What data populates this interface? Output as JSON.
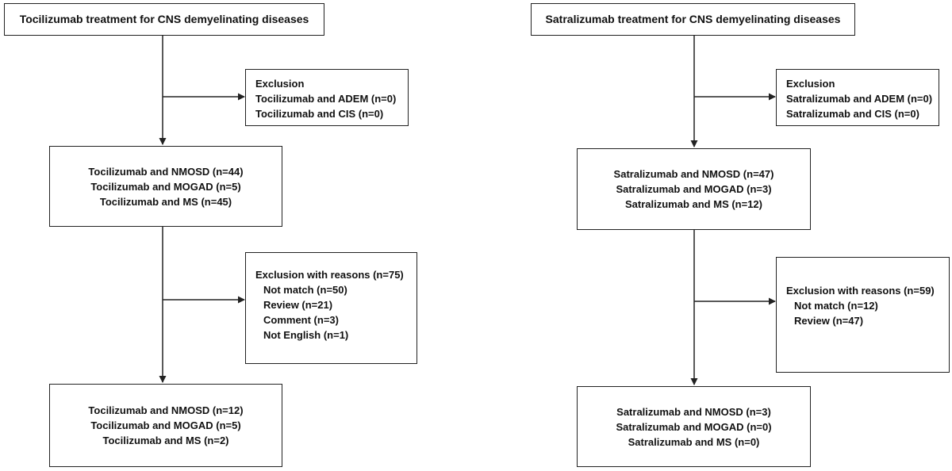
{
  "left": {
    "title": "Tocilizumab treatment for CNS demyelinating diseases",
    "exclusion1": {
      "heading": "Exclusion",
      "items": [
        "Tocilizumab  and ADEM (n=0)",
        "Tocilizumab  and CIS (n=0)"
      ]
    },
    "stage1": [
      "Tocilizumab and  NMOSD (n=44)",
      "Tocilizumab and  MOGAD (n=5)",
      "Tocilizumab and  MS (n=45)"
    ],
    "exclusion2": {
      "heading": "Exclusion with reasons (n=75)",
      "items": [
        "Not match (n=50)",
        "Review (n=21)",
        "Comment  (n=3)",
        "Not English (n=1)"
      ]
    },
    "stage2": [
      "Tocilizumab and  NMOSD (n=12)",
      "Tocilizumab and  MOGAD (n=5)",
      "Tocilizumab and  MS (n=2)"
    ]
  },
  "right": {
    "title": "Satralizumab treatment for CNS demyelinating diseases",
    "exclusion1": {
      "heading": "Exclusion",
      "items": [
        "Satralizumab  and ADEM (n=0)",
        "Satralizumab  and CIS (n=0)"
      ]
    },
    "stage1": [
      "Satralizumab and  NMOSD (n=47)",
      "Satralizumab and  MOGAD (n=3)",
      "Satralizumab and  MS (n=12)"
    ],
    "exclusion2": {
      "heading": "Exclusion with reasons (n=59)",
      "items": [
        "Not match (n=12)",
        "Review (n=47)"
      ]
    },
    "stage2": [
      "Satralizumab and  NMOSD (n=3)",
      "Satralizumab and  MOGAD (n=0)",
      "Satralizumab and  MS (n=0)"
    ]
  }
}
